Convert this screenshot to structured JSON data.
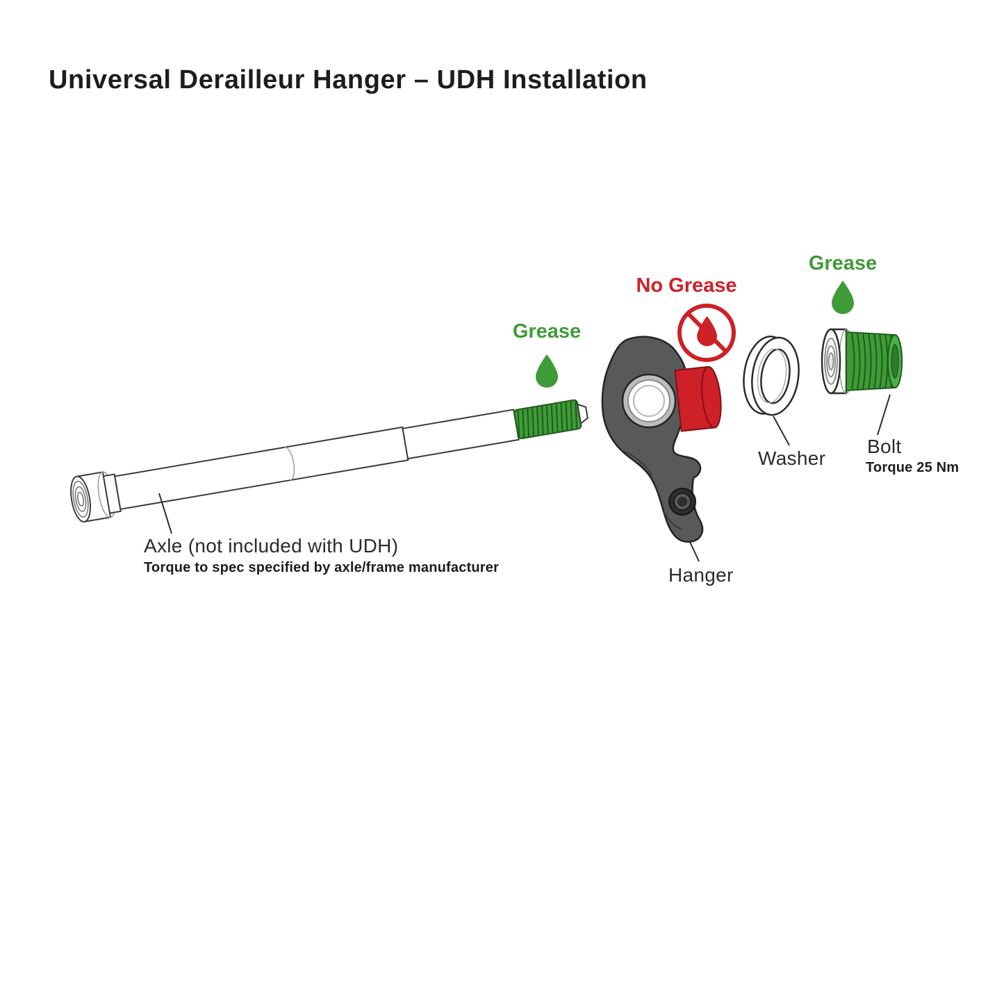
{
  "title": "Universal Derailleur Hanger – UDH Installation",
  "colors": {
    "green": "#3F9B36",
    "red": "#CE2027",
    "hanger_gray": "#58595B"
  },
  "labels": {
    "grease_axle": "Grease",
    "no_grease": "No Grease",
    "grease_bolt": "Grease",
    "axle": "Axle (not included with UDH)",
    "axle_note": "Torque to spec specified by axle/frame manufacturer",
    "hanger": "Hanger",
    "washer": "Washer",
    "bolt": "Bolt",
    "bolt_note": "Torque 25 Nm"
  },
  "icons": {
    "grease_axle": "grease-droplet-icon",
    "grease_bolt": "grease-droplet-icon",
    "no_grease": "no-grease-droplet-icon"
  }
}
